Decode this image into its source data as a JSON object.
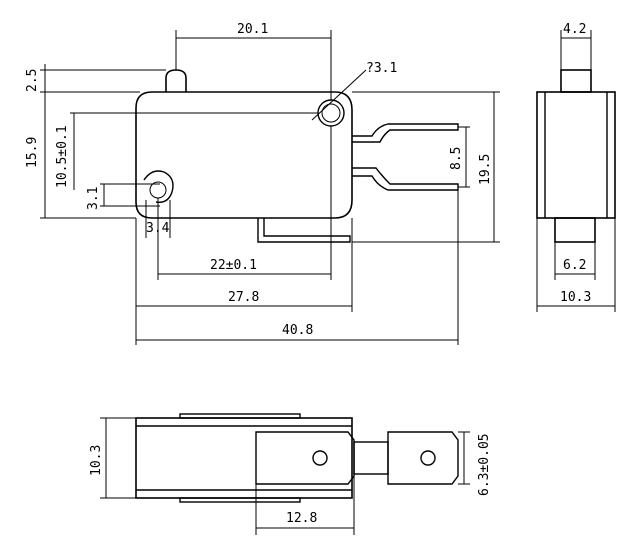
{
  "drawing": {
    "side_view": {
      "dim_top_width": "20.1",
      "dim_hole": "?3.1",
      "dim_actuator_height": "2.5",
      "dim_body_height": "15.9",
      "dim_hole_spacing_v": "10.5±0.1",
      "dim_small_hole": "3.1",
      "dim_small_hole_width": "3.4",
      "dim_terminal_pitch": "8.5",
      "dim_overall_height": "19.5",
      "dim_hole_spacing_h": "22±0.1",
      "dim_body_length": "27.8",
      "dim_overall_length": "40.8"
    },
    "end_view": {
      "dim_top": "4.2",
      "dim_bottom": "6.2",
      "dim_width": "10.3"
    },
    "top_view": {
      "dim_width": "10.3",
      "dim_tab_width": "6.3±0.05",
      "dim_tab_length": "12.8"
    }
  }
}
